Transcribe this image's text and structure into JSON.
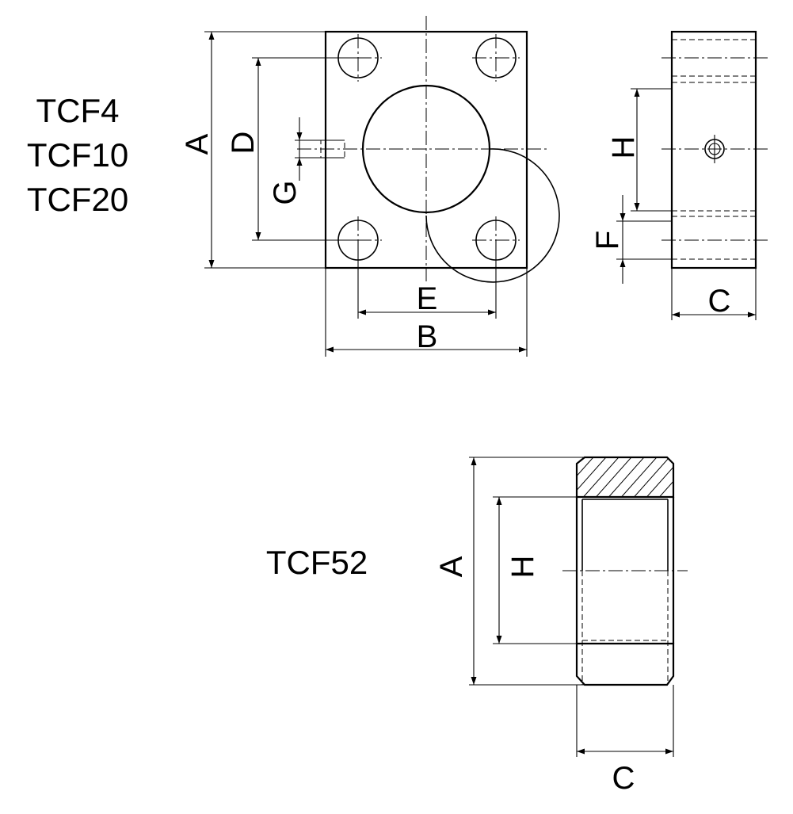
{
  "models_top": [
    "TCF4",
    "TCF10",
    "TCF20"
  ],
  "model_bottom": "TCF52",
  "dimension_labels": {
    "A": "A",
    "B": "B",
    "C": "C",
    "D": "D",
    "E": "E",
    "F": "F",
    "G": "G",
    "H": "H"
  },
  "colors": {
    "line": "#000000",
    "background": "#ffffff"
  }
}
